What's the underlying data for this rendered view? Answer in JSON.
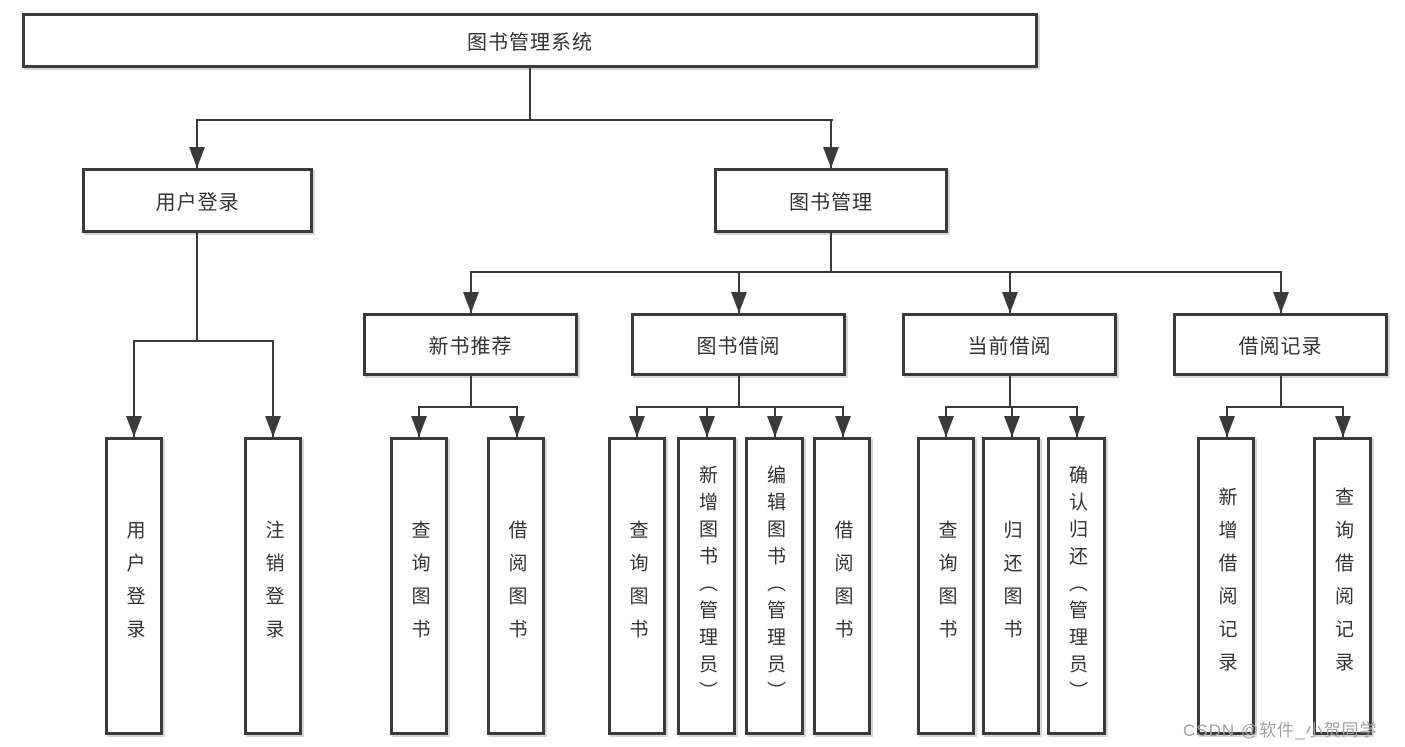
{
  "tree": {
    "root": {
      "label": "图书管理系统",
      "children": [
        {
          "label": "用户登录",
          "children": [
            {
              "label": "用户登录"
            },
            {
              "label": "注销登录"
            }
          ]
        },
        {
          "label": "图书管理",
          "children": [
            {
              "label": "新书推荐",
              "children": [
                {
                  "label": "查询图书"
                },
                {
                  "label": "借阅图书"
                }
              ]
            },
            {
              "label": "图书借阅",
              "children": [
                {
                  "label": "查询图书"
                },
                {
                  "label": "新增图书（管理员）"
                },
                {
                  "label": "编辑图书（管理员）"
                },
                {
                  "label": "借阅图书"
                }
              ]
            },
            {
              "label": "当前借阅",
              "children": [
                {
                  "label": "查询图书"
                },
                {
                  "label": "归还图书"
                },
                {
                  "label": "确认归还（管理员）"
                }
              ]
            },
            {
              "label": "借阅记录",
              "children": [
                {
                  "label": "新增借阅记录"
                },
                {
                  "label": "查询借阅记录"
                }
              ]
            }
          ]
        }
      ]
    }
  },
  "watermark": {
    "text": "CSDN @软件_小贺同学"
  },
  "colors": {
    "line": "#3a3a3a",
    "text": "#333333",
    "background": "#ffffff",
    "watermark": "#a3a3a3"
  }
}
